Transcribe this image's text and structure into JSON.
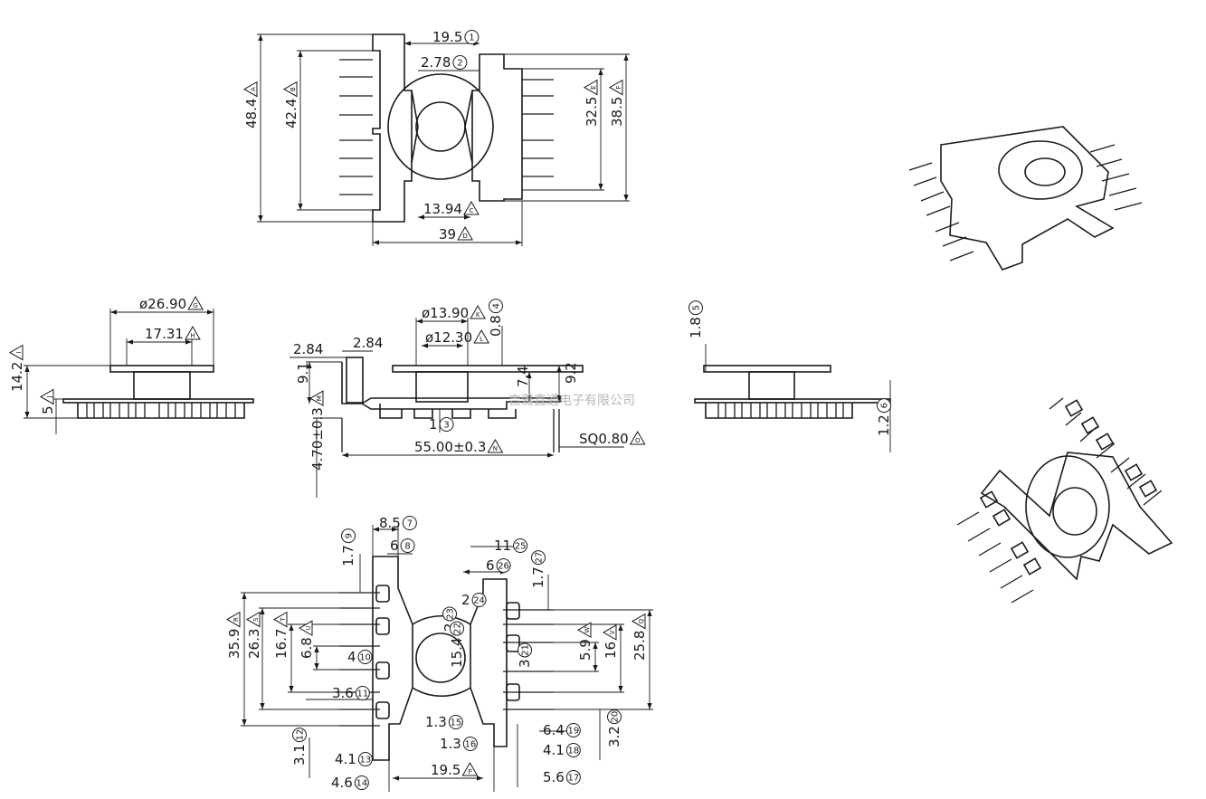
{
  "watermark": "吉雅鑫通电子有限公司",
  "views": {
    "top": {
      "dims": [
        {
          "id": "w1",
          "text": "19.5",
          "mark": "1"
        },
        {
          "id": "w2",
          "text": "2.78",
          "mark": "2"
        },
        {
          "id": "w3",
          "text": "13.94",
          "mark": "C"
        },
        {
          "id": "w4",
          "text": "39",
          "mark": "D"
        },
        {
          "id": "h1",
          "text": "48.4",
          "mark": "A"
        },
        {
          "id": "h2",
          "text": "42.4",
          "mark": "B"
        },
        {
          "id": "h3",
          "text": "32.5",
          "mark": "E"
        },
        {
          "id": "h4",
          "text": "38.5",
          "mark": "F"
        }
      ]
    },
    "side": {
      "dims": [
        {
          "id": "d1",
          "text": "ø26.90",
          "mark": "G"
        },
        {
          "id": "d2",
          "text": "17.31",
          "mark": "H"
        },
        {
          "id": "d3",
          "text": "14.2",
          "mark": "I"
        },
        {
          "id": "d4",
          "text": "5",
          "mark": "J"
        }
      ]
    },
    "front": {
      "dims": [
        {
          "id": "f1",
          "text": "ø13.90",
          "mark": "K"
        },
        {
          "id": "f2",
          "text": "ø12.30",
          "mark": "L"
        },
        {
          "id": "f3",
          "text": "0.8",
          "mark": "4"
        },
        {
          "id": "f4",
          "text": "2.84"
        },
        {
          "id": "f5",
          "text": "2.84"
        },
        {
          "id": "f6",
          "text": "9.1"
        },
        {
          "id": "f7",
          "text": "7.4"
        },
        {
          "id": "f8",
          "text": "9.2"
        },
        {
          "id": "f9",
          "text": "1",
          "mark": "3"
        },
        {
          "id": "f10",
          "text": "55.00±0.3",
          "mark": "N"
        },
        {
          "id": "f11",
          "text": "SQ0.80",
          "mark": "O"
        },
        {
          "id": "f12",
          "text": "4.70±0.3",
          "mark": "M"
        }
      ]
    },
    "end": {
      "dims": [
        {
          "id": "e1",
          "text": "1.8",
          "mark": "5"
        },
        {
          "id": "e2",
          "text": "1.2",
          "mark": "6"
        }
      ]
    },
    "bottom": {
      "dims": [
        {
          "id": "b1",
          "text": "8.5",
          "mark": "7"
        },
        {
          "id": "b2",
          "text": "6",
          "mark": "8"
        },
        {
          "id": "b3",
          "text": "1.7",
          "mark": "9"
        },
        {
          "id": "b4",
          "text": "35.9",
          "mark": "R"
        },
        {
          "id": "b5",
          "text": "26.3",
          "mark": "S"
        },
        {
          "id": "b6",
          "text": "16.7",
          "mark": "T"
        },
        {
          "id": "b7",
          "text": "6.8",
          "mark": "U"
        },
        {
          "id": "b8",
          "text": "4",
          "mark": "10"
        },
        {
          "id": "b9",
          "text": "3.6",
          "mark": "11"
        },
        {
          "id": "b10",
          "text": "3.1",
          "mark": "12"
        },
        {
          "id": "b11",
          "text": "4.1",
          "mark": "13"
        },
        {
          "id": "b12",
          "text": "4.6",
          "mark": "14"
        },
        {
          "id": "b13",
          "text": "1.3",
          "mark": "15"
        },
        {
          "id": "b14",
          "text": "19.5",
          "mark": "P"
        },
        {
          "id": "b15",
          "text": "1.3",
          "mark": "16"
        },
        {
          "id": "b16",
          "text": "11",
          "mark": "25"
        },
        {
          "id": "b17",
          "text": "6",
          "mark": "26"
        },
        {
          "id": "b18",
          "text": "1.7",
          "mark": "27"
        },
        {
          "id": "b19",
          "text": "2",
          "mark": "24"
        },
        {
          "id": "b20",
          "text": "2",
          "mark": "23"
        },
        {
          "id": "b21",
          "text": "15.4",
          "mark": "22"
        },
        {
          "id": "b22",
          "text": "3",
          "mark": "21"
        },
        {
          "id": "b23",
          "text": "5.9",
          "mark": "W"
        },
        {
          "id": "b24",
          "text": "16",
          "mark": "V"
        },
        {
          "id": "b25",
          "text": "25.8",
          "mark": "Q"
        },
        {
          "id": "b26",
          "text": "6.4",
          "mark": "19"
        },
        {
          "id": "b27",
          "text": "4.1",
          "mark": "18"
        },
        {
          "id": "b28",
          "text": "5.6",
          "mark": "17"
        },
        {
          "id": "b29",
          "text": "3.2",
          "mark": "20"
        }
      ]
    }
  }
}
